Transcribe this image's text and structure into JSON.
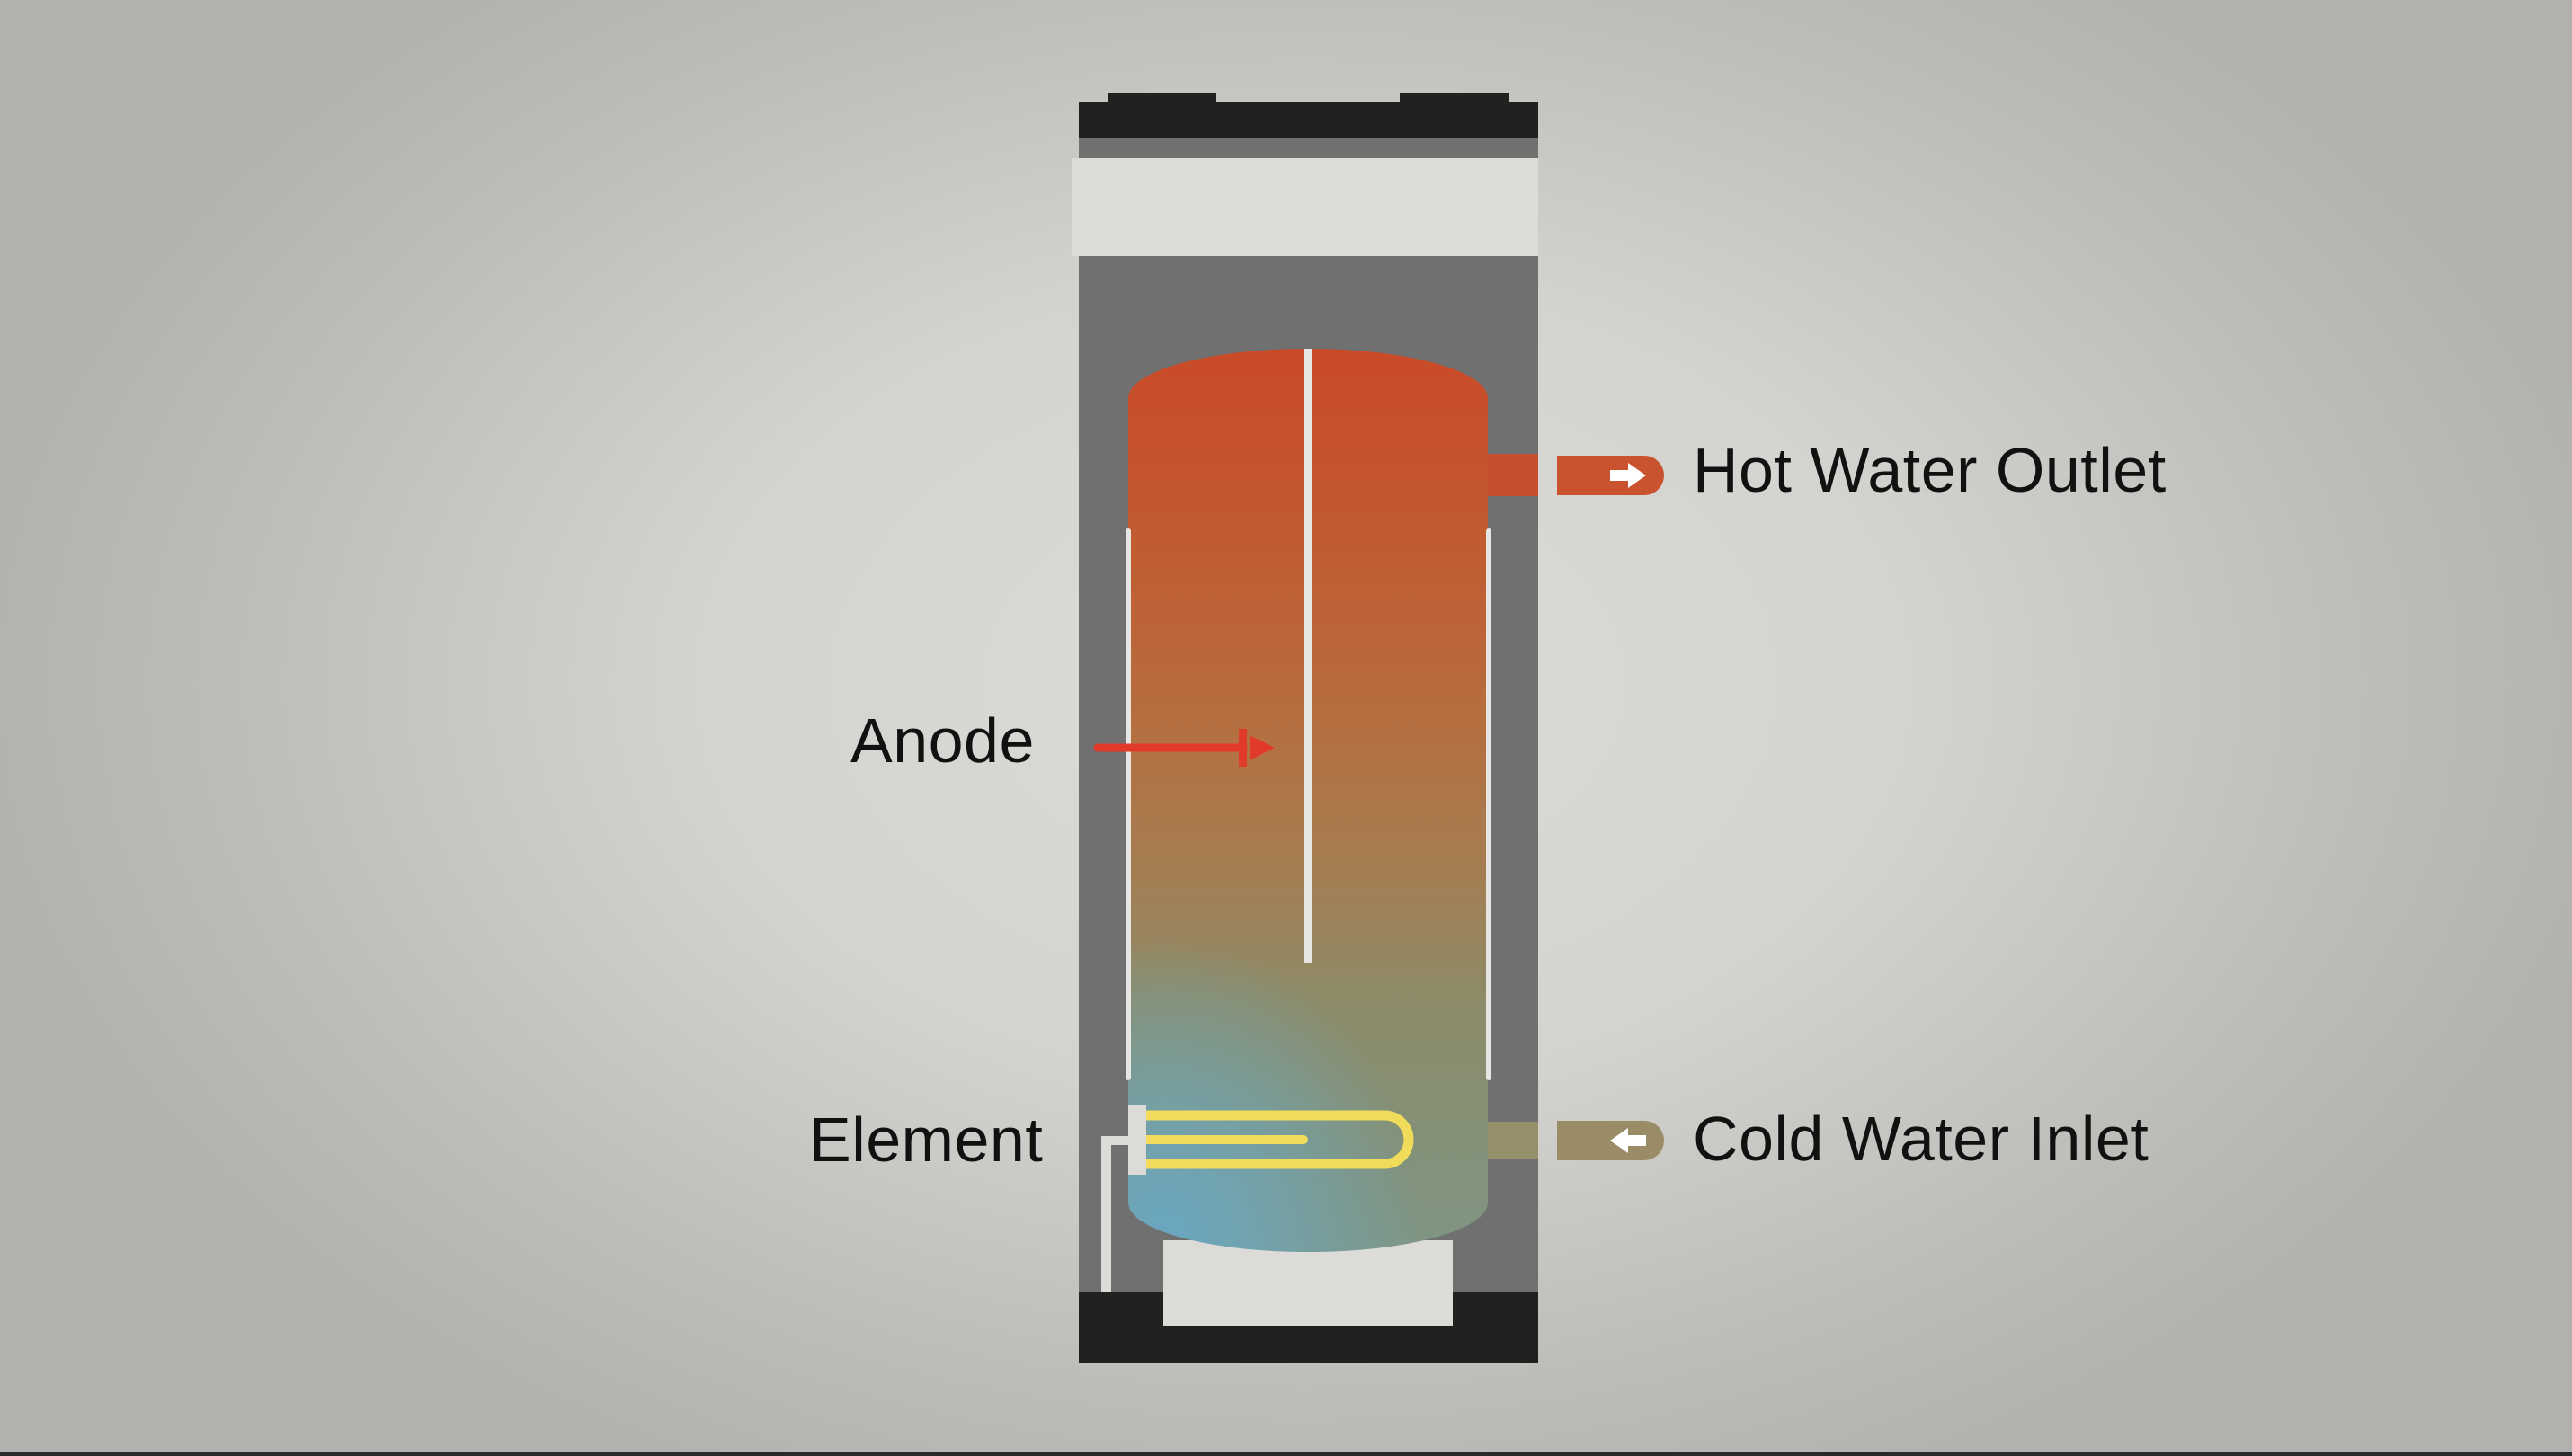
{
  "diagram": {
    "subject": "Electric water heater cross-section",
    "labels": {
      "hot_outlet": "Hot Water Outlet",
      "cold_inlet": "Cold Water Inlet",
      "anode": "Anode",
      "element": "Element"
    },
    "icons": {
      "hot_outlet": "arrow-right-icon",
      "cold_inlet": "arrow-left-icon",
      "anode_pointer": "pointer-arrow-icon"
    },
    "colors": {
      "hot": "#c8532e",
      "cold": "#9a8c66",
      "cold_water": "#6fa8c4",
      "element": "#f0dc5a",
      "pointer": "#e23a2a",
      "cabinet": "#707070",
      "cabinet_trim": "#222120",
      "panel": "#dcdbd8"
    }
  }
}
